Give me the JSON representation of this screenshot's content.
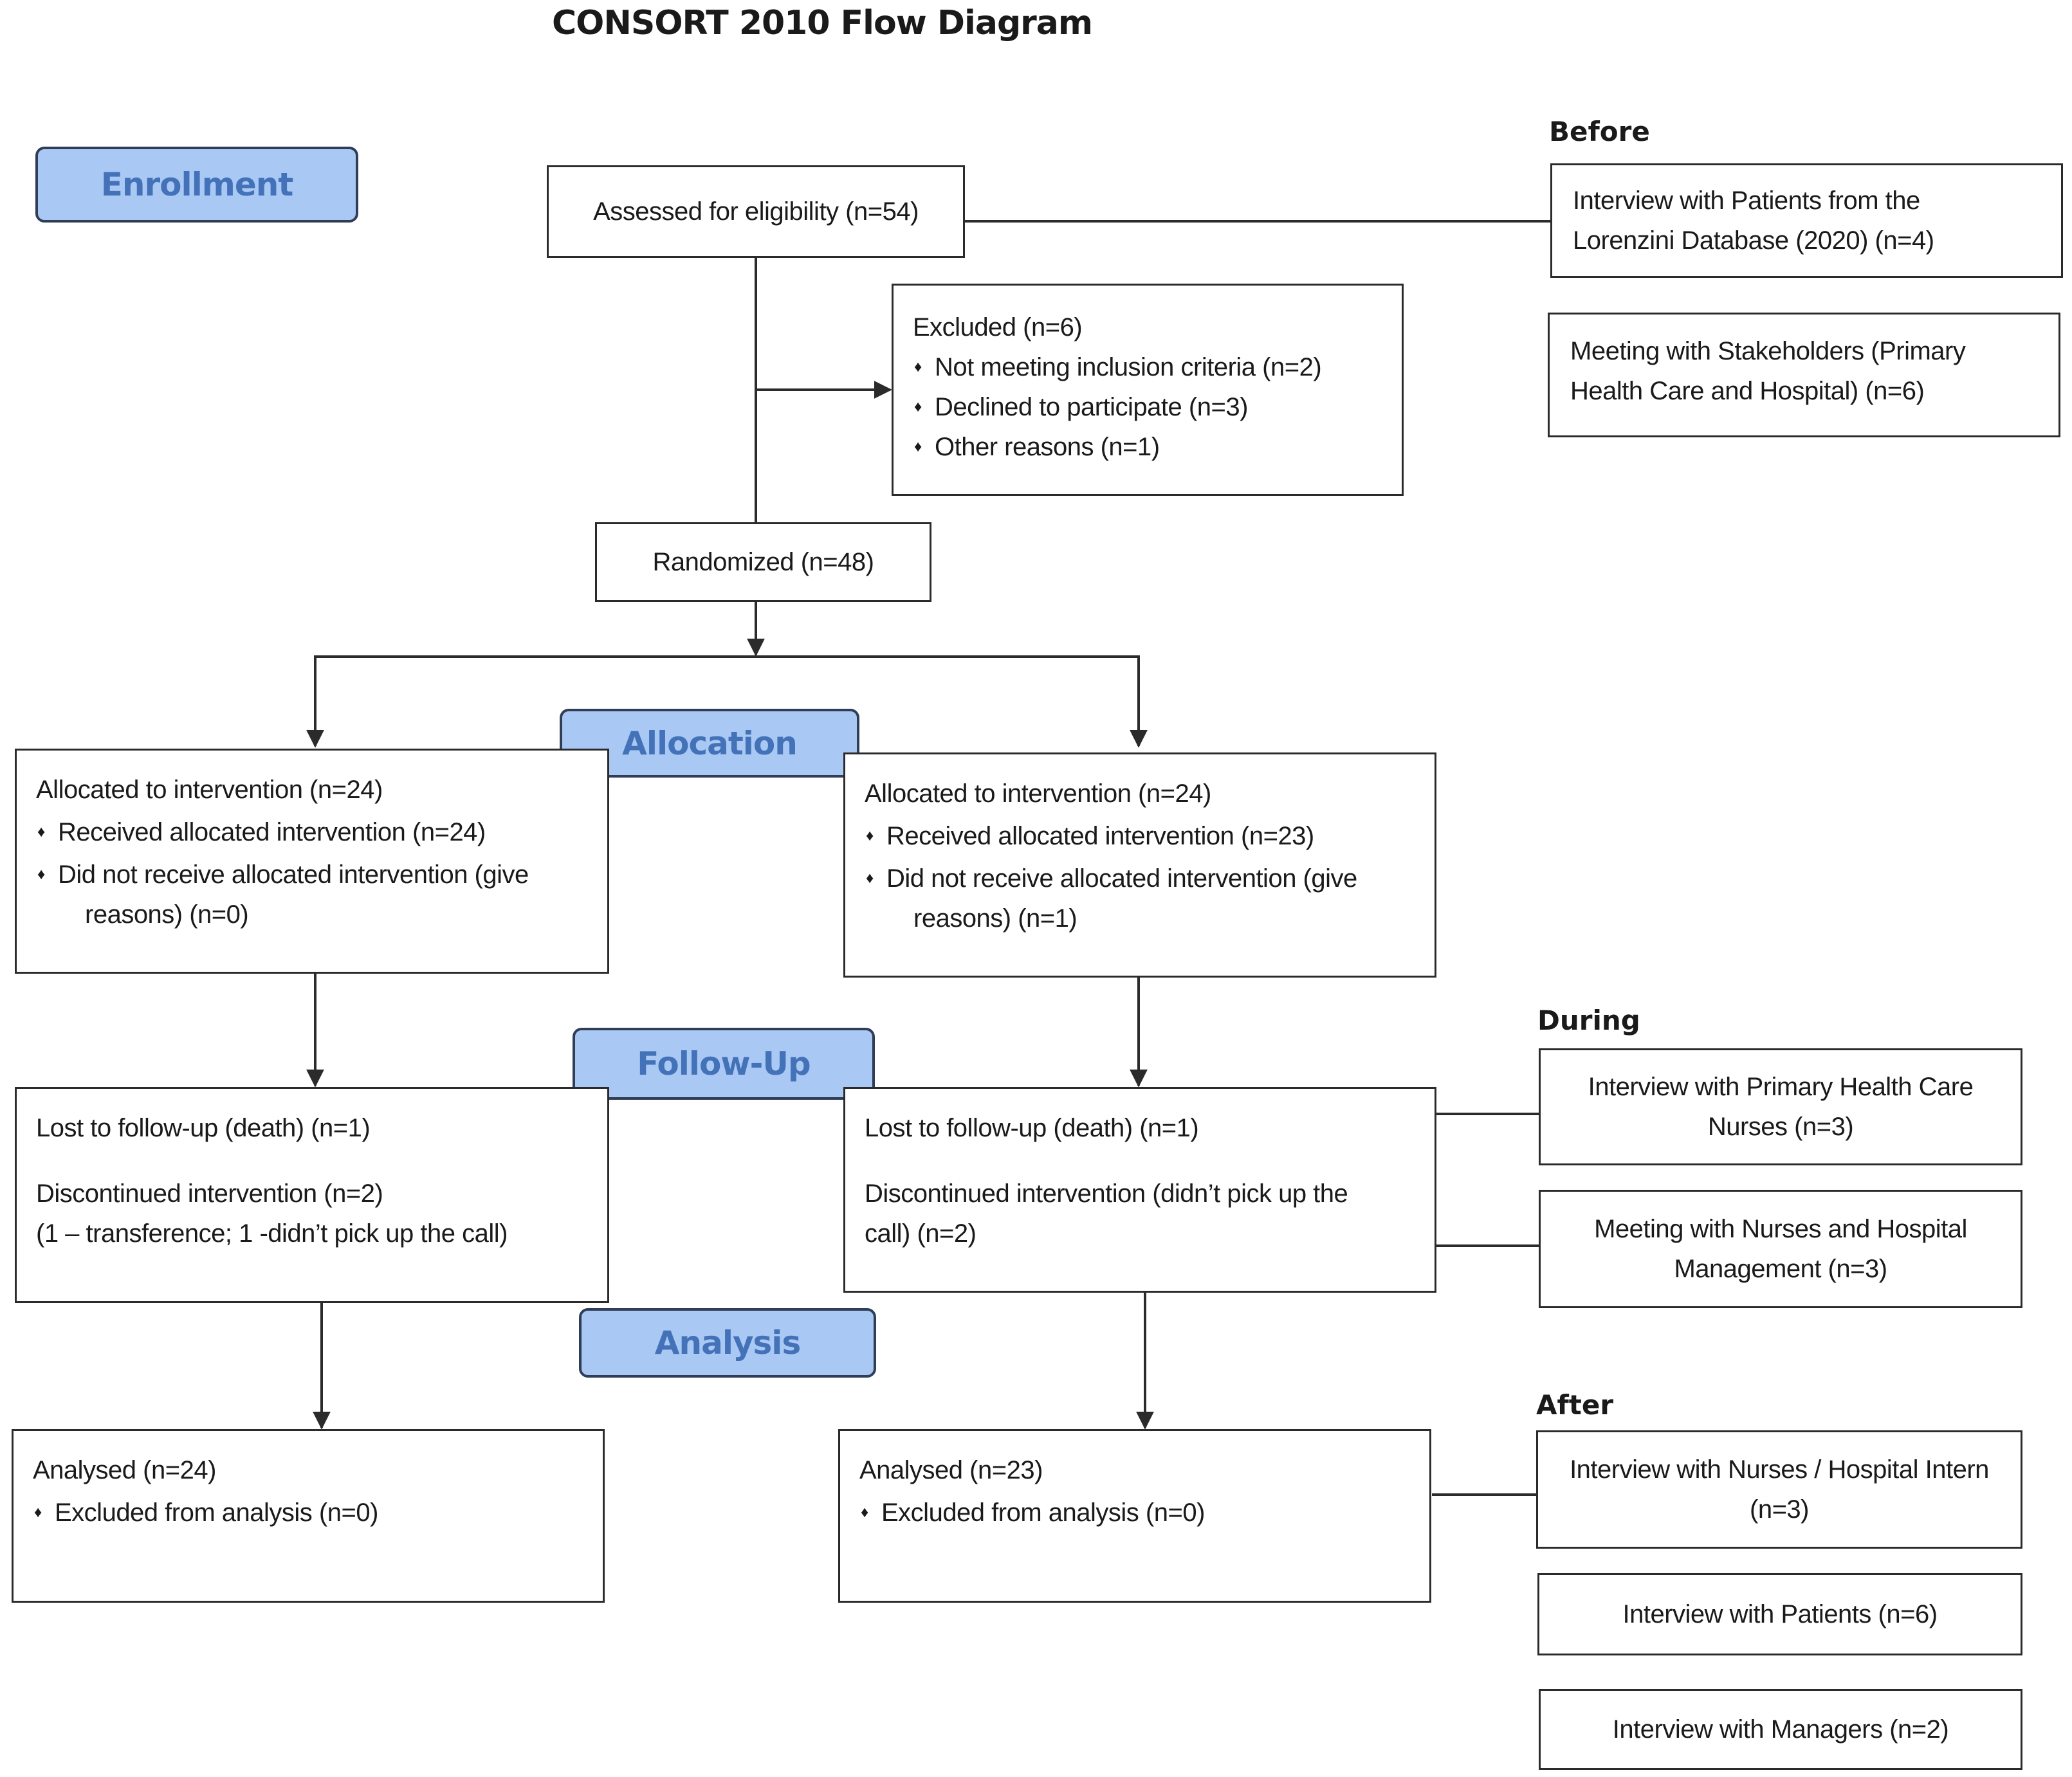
{
  "title": "CONSORT 2010 Flow Diagram",
  "stages": {
    "enrollment": "Enrollment",
    "allocation": "Allocation",
    "follow_up": "Follow-Up",
    "analysis": "Analysis"
  },
  "assessed": "Assessed for eligibility (n=54)",
  "excluded": {
    "heading": "Excluded (n=6)",
    "items": [
      "Not meeting inclusion criteria (n=2)",
      "Declined to participate (n=3)",
      "Other reasons (n=1)"
    ]
  },
  "randomized": "Randomized (n=48)",
  "allocation_left": {
    "heading": "Allocated to intervention (n=24)",
    "received": "Received allocated intervention (n=24)",
    "not_received_1": "Did not receive allocated intervention (give",
    "not_received_2": "reasons) (n=0)"
  },
  "allocation_right": {
    "heading": "Allocated to intervention (n=24)",
    "received": "Received allocated intervention (n=23)",
    "not_received_1": "Did not receive allocated intervention (give",
    "not_received_2": "reasons) (n=1)"
  },
  "followup_left": {
    "lost": "Lost to follow-up (death) (n=1)",
    "discontinued_1": "Discontinued intervention (n=2)",
    "discontinued_2": "(1 – transference; 1 -didn’t pick up the call)"
  },
  "followup_right": {
    "lost": "Lost to follow-up (death) (n=1)",
    "discontinued_1": "Discontinued intervention (didn’t pick up the",
    "discontinued_2": "call) (n=2)"
  },
  "analysis_left": {
    "heading": "Analysed (n=24)",
    "excluded": "Excluded from analysis (n=0)"
  },
  "analysis_right": {
    "heading": "Analysed (n=23)",
    "excluded": "Excluded from analysis (n=0)"
  },
  "before": {
    "label": "Before",
    "box1_line1": "Interview with Patients from the",
    "box1_line2": "Lorenzini Database (2020) (n=4)",
    "box2_line1": "Meeting with Stakeholders (Primary",
    "box2_line2": "Health Care and Hospital) (n=6)"
  },
  "during": {
    "label": "During",
    "box1_line1": "Interview with Primary Health Care",
    "box1_line2": "Nurses (n=3)",
    "box2_line1": "Meeting with Nurses and Hospital",
    "box2_line2": "Management (n=3)"
  },
  "after": {
    "label": "After",
    "box1_line1": "Interview with Nurses / Hospital Intern",
    "box1_line2": "(n=3)",
    "box2": "Interview with Patients (n=6)",
    "box3": "Interview with Managers (n=2)"
  }
}
